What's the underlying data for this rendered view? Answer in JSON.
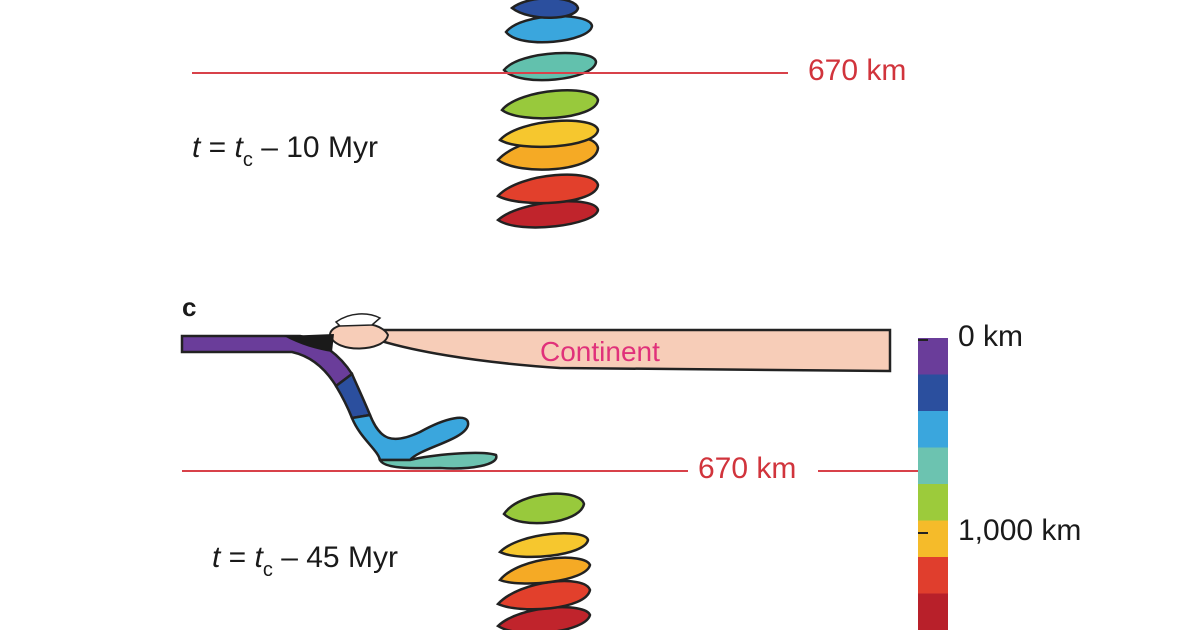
{
  "panel_label": "c",
  "depth_line_label": "670 km",
  "continent_label": "Continent",
  "top_panel_time": {
    "var": "t",
    "eq": " = ",
    "tvar": "t",
    "sub": "c",
    "rest": " – 10 Myr"
  },
  "bottom_panel_time": {
    "var": "t",
    "eq": " = ",
    "tvar": "t",
    "sub": "c",
    "rest": " – 45 Myr"
  },
  "depth_scale": {
    "top_label": "0 km",
    "mid_label": "1,000 km",
    "colors": [
      "#6a3d9a",
      "#2b4f9e",
      "#3aa6dd",
      "#6cc3b0",
      "#9ccb3b",
      "#f5bb2a",
      "#e03e2d",
      "#b8202a"
    ]
  },
  "colors": {
    "line": "#d8414a",
    "label_red": "#d1343c",
    "continent_fill": "#f7cdb8",
    "continent_text": "#e0317a",
    "oceanic_plate": "#6a3d9a"
  }
}
